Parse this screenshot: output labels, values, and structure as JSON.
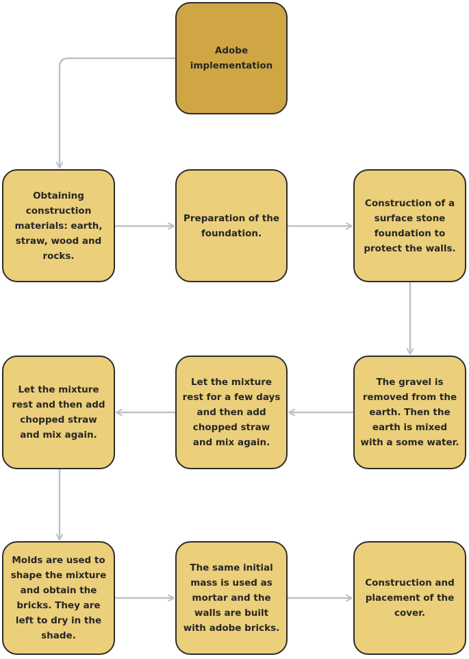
{
  "colors": {
    "root_fill": "#d0a645",
    "step_fill": "#ebcf7a",
    "border": "#2b2b2b",
    "connector": "#b9c1c8",
    "text": "#262626"
  },
  "nodes": {
    "root": "Adobe implementation",
    "step1": "Obtaining construction materials: earth, straw, wood and rocks.",
    "step2": "Preparation of the foundation.",
    "step3": "Construction of a surface stone foundation to protect the walls.",
    "step4": "The gravel is removed from the earth. Then the earth is mixed with a some water.",
    "step5": "Let the mixture rest for a few days and then add chopped straw and mix again.",
    "step6": "Let the mixture rest and then add chopped straw and mix again.",
    "step7": "Molds are used to shape the mixture and obtain the bricks. They are left to dry in the shade.",
    "step8": "The same initial mass is used as mortar and the walls are built with adobe bricks.",
    "step9": "Construction and placement of the cover."
  }
}
